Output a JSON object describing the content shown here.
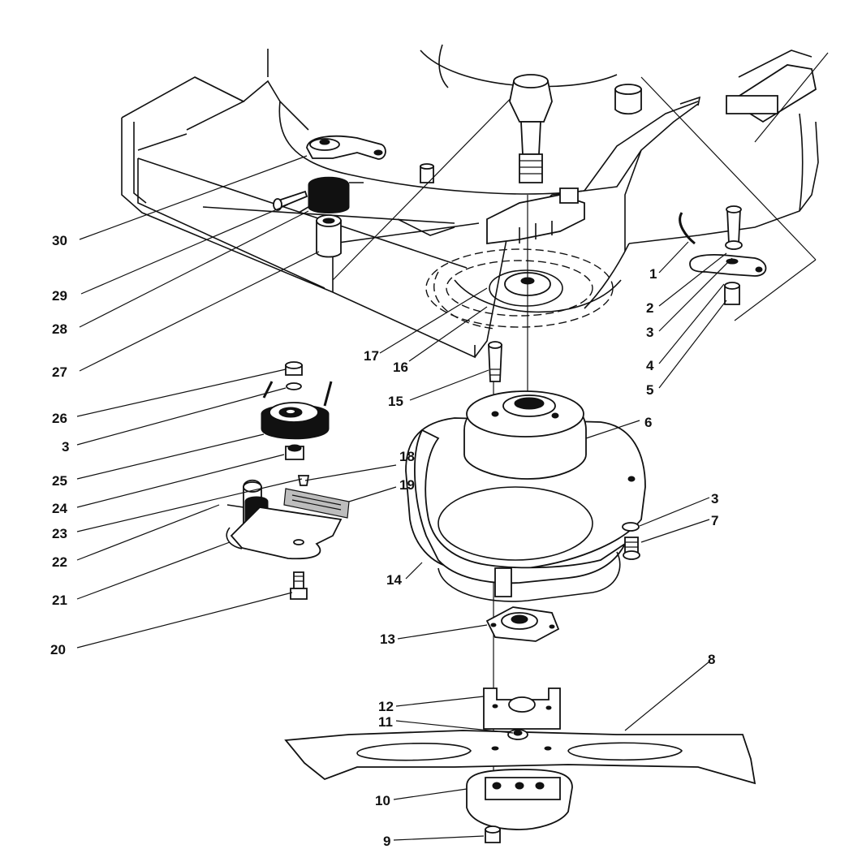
{
  "callouts": [
    {
      "id": "c1",
      "text": "1"
    },
    {
      "id": "c2",
      "text": "2"
    },
    {
      "id": "c3a",
      "text": "3"
    },
    {
      "id": "c4",
      "text": "4"
    },
    {
      "id": "c5",
      "text": "5"
    },
    {
      "id": "c6",
      "text": "6"
    },
    {
      "id": "c3b",
      "text": "3"
    },
    {
      "id": "c7",
      "text": "7"
    },
    {
      "id": "c8",
      "text": "8"
    },
    {
      "id": "c9",
      "text": "9"
    },
    {
      "id": "c10",
      "text": "10"
    },
    {
      "id": "c11",
      "text": "11"
    },
    {
      "id": "c12",
      "text": "12"
    },
    {
      "id": "c13",
      "text": "13"
    },
    {
      "id": "c14",
      "text": "14"
    },
    {
      "id": "c15",
      "text": "15"
    },
    {
      "id": "c16",
      "text": "16"
    },
    {
      "id": "c17",
      "text": "17"
    },
    {
      "id": "c18",
      "text": "18"
    },
    {
      "id": "c19",
      "text": "19"
    },
    {
      "id": "c20",
      "text": "20"
    },
    {
      "id": "c21",
      "text": "21"
    },
    {
      "id": "c22",
      "text": "22"
    },
    {
      "id": "c23",
      "text": "23"
    },
    {
      "id": "c24",
      "text": "24"
    },
    {
      "id": "c25",
      "text": "25"
    },
    {
      "id": "c3c",
      "text": "3"
    },
    {
      "id": "c26",
      "text": "26"
    },
    {
      "id": "c27",
      "text": "27"
    },
    {
      "id": "c28",
      "text": "28"
    },
    {
      "id": "c29",
      "text": "29"
    },
    {
      "id": "c30",
      "text": "30"
    }
  ]
}
